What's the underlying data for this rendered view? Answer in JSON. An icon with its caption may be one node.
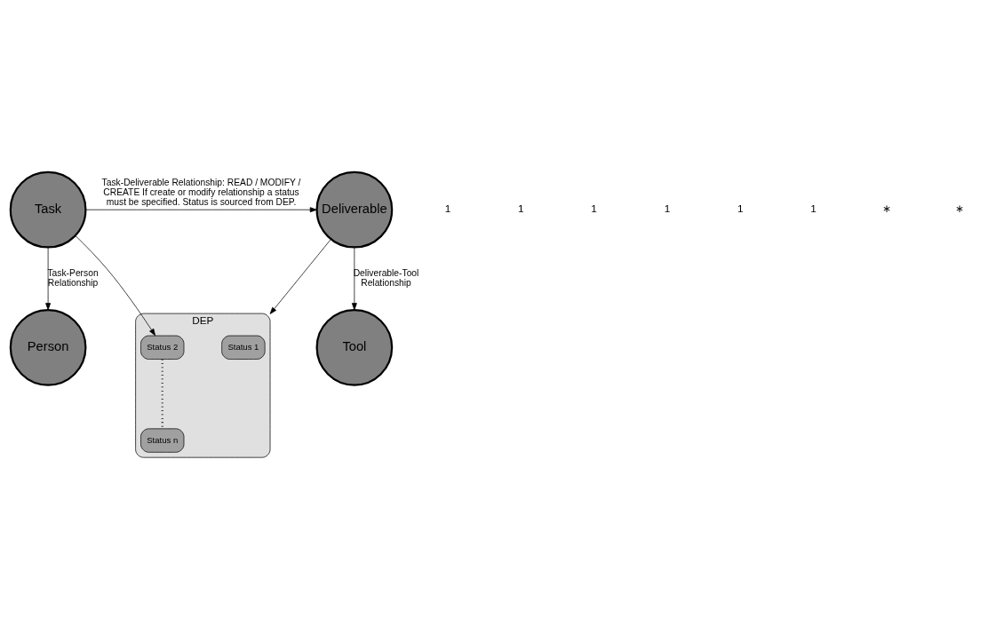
{
  "diagram": {
    "nodes": [
      {
        "text": [
          "Task"
        ]
      },
      {
        "text": [
          "Deliverable"
        ]
      },
      {
        "text": [
          "Person"
        ]
      },
      {
        "text": [
          "Tool"
        ]
      },
      {
        "text": [
          "DEP"
        ]
      },
      {
        "text": [
          "Status 1"
        ],
        "in": 4
      },
      {
        "text": [
          "Status 2"
        ],
        "in": 4
      },
      {
        "text": [
          "Status n"
        ],
        "in": 4
      }
    ],
    "edges": [
      {
        "from": 0,
        "to": 1,
        "arrow": "to",
        "label": "Task-Deliverable Relationship: READ / MODIFY / CREATE If create or modify relationship a status must be specified. Status is sourced from DEP."
      },
      {
        "from": 0,
        "to": 6,
        "arrow": "to"
      },
      {
        "from": 1,
        "to": 4,
        "arrow": "to"
      },
      {
        "from": 0,
        "to": 2,
        "arrow": "to",
        "label": "Task-Person Relationship"
      },
      {
        "from": 1,
        "to": 3,
        "arrow": "to",
        "label": "Deliverable-Tool Relationship"
      },
      {
        "from": 6,
        "to": 7,
        "arrow": "none",
        "style": "dashed"
      }
    ],
    "labels": [
      "1",
      "1",
      "1",
      "1",
      "1",
      "1",
      "∗",
      "∗"
    ]
  }
}
